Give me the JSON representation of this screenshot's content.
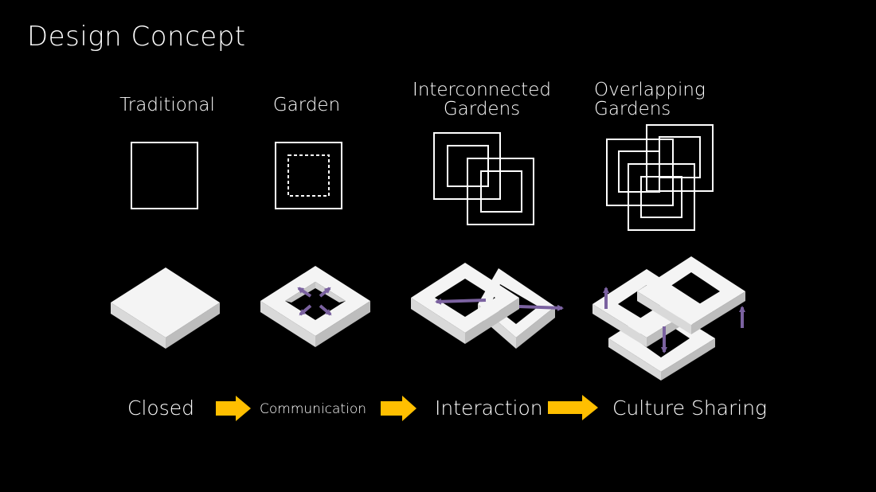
{
  "title": "Design Concept",
  "columns": [
    {
      "label_line1": "Traditional",
      "label_line2": ""
    },
    {
      "label_line1": "Garden",
      "label_line2": ""
    },
    {
      "label_line1": "Interconnected",
      "label_line2": "Gardens"
    },
    {
      "label_line1": "Overlapping",
      "label_line2": "Gardens"
    }
  ],
  "stages": [
    "Closed",
    "Communication",
    "Interaction",
    "Culture Sharing"
  ],
  "colors": {
    "background": "#000000",
    "outline": "#ffffff",
    "block_top": "#f4f4f4",
    "block_side_light": "#d9d9d9",
    "block_side_dark": "#bdbdbd",
    "arrow_purple": "#7b62a0",
    "flow_arrow": "#ffbf00"
  }
}
